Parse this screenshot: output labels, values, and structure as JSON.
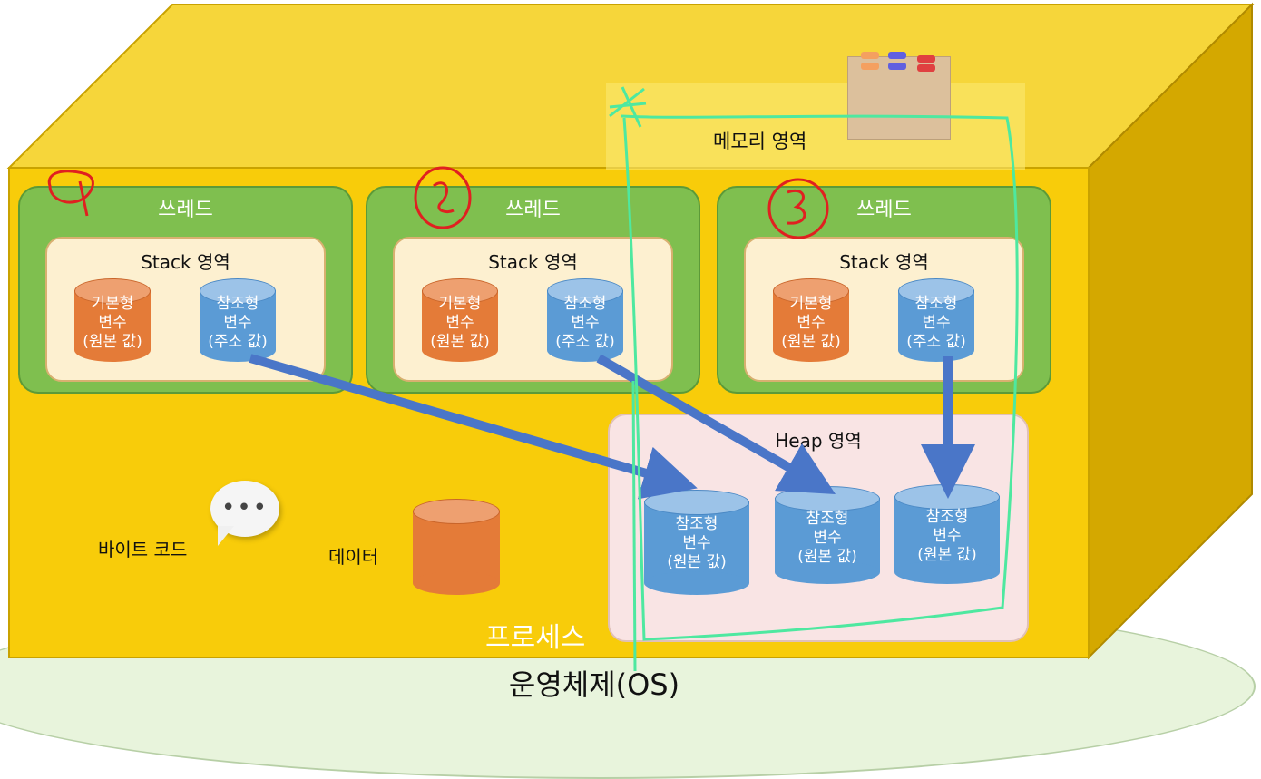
{
  "diagram": {
    "os_label": "운영체제(OS)",
    "process_label": "프로세스",
    "memory_area_label": "메모리 영역",
    "threads": [
      {
        "title": "쓰레드",
        "stack_title": "Stack 영역",
        "primitive": [
          "기본형",
          "변수",
          "(원본 값)"
        ],
        "reference": [
          "참조형",
          "변수",
          "(주소 값)"
        ]
      },
      {
        "title": "쓰레드",
        "stack_title": "Stack 영역",
        "primitive": [
          "기본형",
          "변수",
          "(원본 값)"
        ],
        "reference": [
          "참조형",
          "변수",
          "(주소 값)"
        ]
      },
      {
        "title": "쓰레드",
        "stack_title": "Stack 영역",
        "primitive": [
          "기본형",
          "변수",
          "(원본 값)"
        ],
        "reference": [
          "참조형",
          "변수",
          "(주소 값)"
        ]
      }
    ],
    "heap": {
      "title": "Heap 영역",
      "objects": [
        [
          "참조형",
          "변수",
          "(원본 값)"
        ],
        [
          "참조형",
          "변수",
          "(원본 값)"
        ],
        [
          "참조형",
          "변수",
          "(원본 값)"
        ]
      ]
    },
    "bytecode_label": "바이트 코드",
    "bubble_text": "•••",
    "data_label": "데이터"
  },
  "colors": {
    "process_front": "#f8cc0a",
    "process_top": "#f6d63a",
    "process_side": "#d4a800",
    "thread": "#7fbf4f",
    "stack": "#fdf0d0",
    "heap": "#f9e4e4",
    "primitive_cylinder": "#e47b38",
    "reference_cylinder": "#5b9bd5",
    "arrow": "#4a76c8",
    "annotation_red": "#e02020",
    "annotation_green": "#4ee8a0"
  }
}
